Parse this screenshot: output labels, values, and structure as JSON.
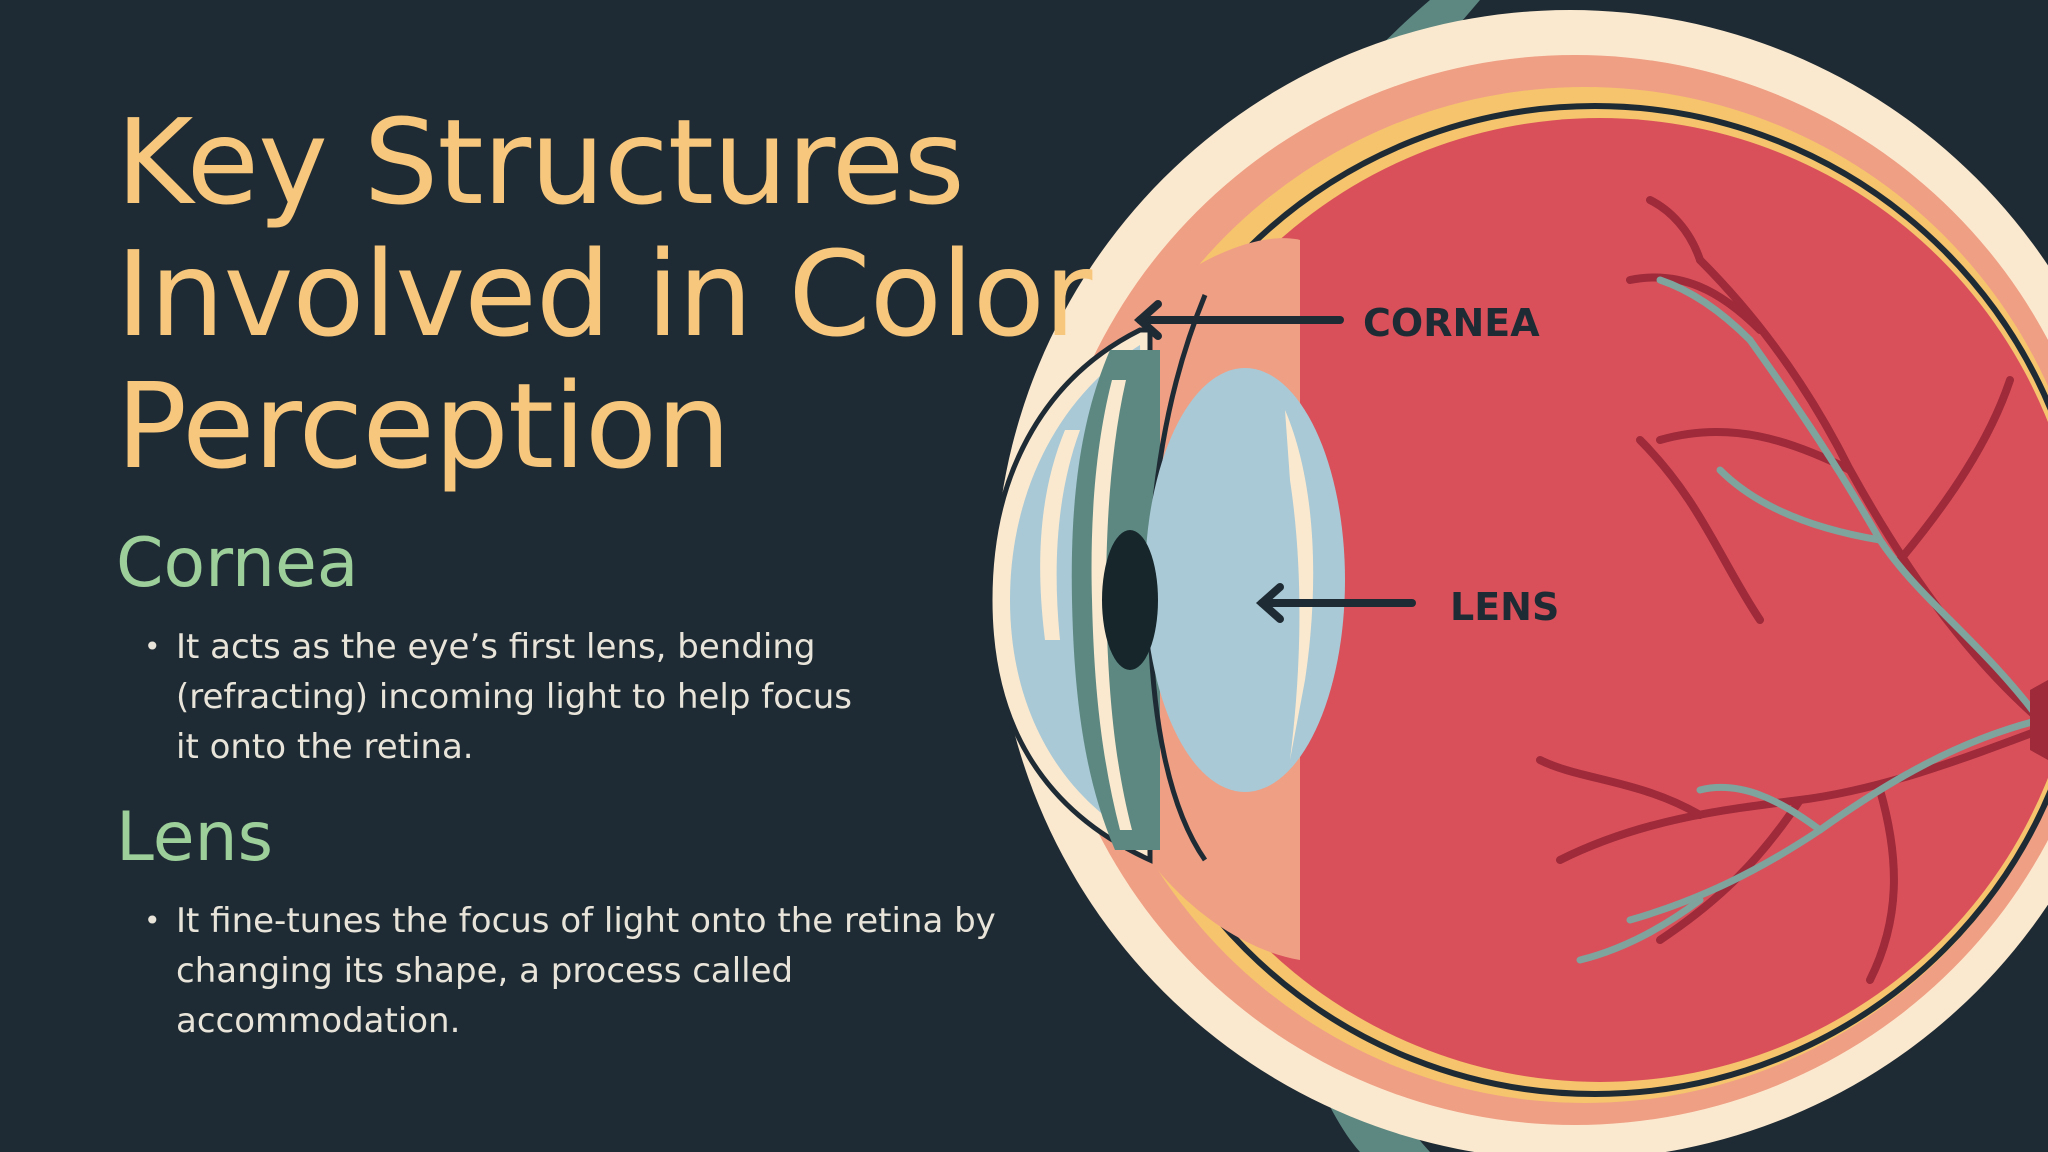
{
  "slide": {
    "title": "Key Structures Involved in Color Perception",
    "sections": [
      {
        "heading": "Cornea",
        "bullets": [
          "It acts as the eye’s first lens, bending (refracting) incoming light to help focus it onto the retina."
        ]
      },
      {
        "heading": "Lens",
        "bullets": [
          "It fine-tunes the focus of light onto the retina by changing its shape, a process called accommodation."
        ]
      }
    ]
  },
  "diagram": {
    "labels": {
      "cornea": "CORNEA",
      "lens": "LENS"
    },
    "colors": {
      "background": "#1f2b34",
      "title": "#f7c77d",
      "heading": "#9ccf9a",
      "body_text": "#e8e4da",
      "sclera": "#fbe9cf",
      "choroid": "#ef9f84",
      "interior": "#d9505a",
      "vessels": "#9e2a3a",
      "nerves": "#7fa39d",
      "lens": "#a9c9d6",
      "pupil": "#16262b",
      "muscle": "#5d8882"
    }
  }
}
